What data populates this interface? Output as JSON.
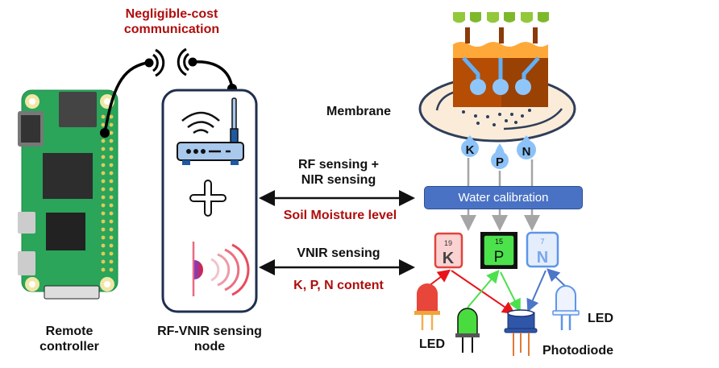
{
  "top_label": {
    "line1": "Negligible-cost",
    "line2": "communication"
  },
  "remote_controller": {
    "line1": "Remote",
    "line2": "controller"
  },
  "sensing_node": {
    "line1": "RF-VNIR sensing",
    "line2": "node"
  },
  "membrane_label": "Membrane",
  "rf_link": {
    "line1": "RF sensing +",
    "line2": "NIR sensing",
    "result": "Soil Moisture level"
  },
  "vnir_link": {
    "line1": "VNIR sensing",
    "result": "K, P, N content"
  },
  "water_calibration": "Water calibration",
  "nutrient_drops": [
    "K",
    "P",
    "N"
  ],
  "elements": [
    {
      "number": "19",
      "symbol": "K",
      "color": "#e0443c"
    },
    {
      "number": "15",
      "symbol": "P",
      "color": "#2bd62b"
    },
    {
      "number": "7",
      "symbol": "N",
      "color": "#5d95ea"
    }
  ],
  "led_left_label": "LED",
  "led_right_label": "LED",
  "photodiode_label": "Photodiode",
  "colors": {
    "accent_red": "#b00d0d",
    "calibration_blue": "#4a72c4"
  }
}
